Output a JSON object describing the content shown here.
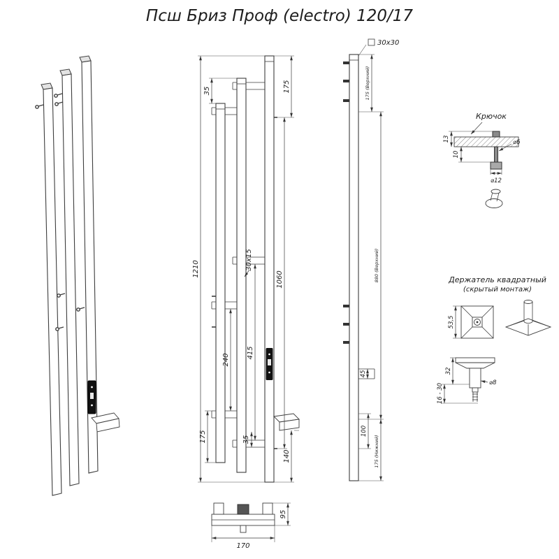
{
  "title": "Псш Бриз Проф (electro) 120/17",
  "front": {
    "dim_1210": "1210",
    "dim_35_top": "35",
    "dim_175_top": "175",
    "dim_1060": "1060",
    "dim_30x15": "30х15",
    "dim_240": "240",
    "dim_415": "415",
    "dim_175_bottom": "175",
    "dim_35_bottom": "35",
    "dim_140": "140"
  },
  "bottom": {
    "dim_170": "170",
    "dim_95": "95"
  },
  "side": {
    "profile": "30х30",
    "dim_175_top": "175 (Верхний)",
    "dim_880": "880 (Верхний)",
    "dim_45": "45",
    "dim_100": "100",
    "dim_175_bottom": "175 (Нижний)"
  },
  "hook": {
    "label": "Крючок",
    "dim_13": "13",
    "dim_10": "10",
    "dim_d6": "⌀6",
    "dim_d12": "⌀12"
  },
  "holder": {
    "label1": "Держатель квадратный",
    "label2": "(скрытый монтаж)",
    "dim_53_5": "53,5",
    "dim_32": "32",
    "dim_16_30": "16 - 30",
    "dim_d8": "⌀8"
  }
}
